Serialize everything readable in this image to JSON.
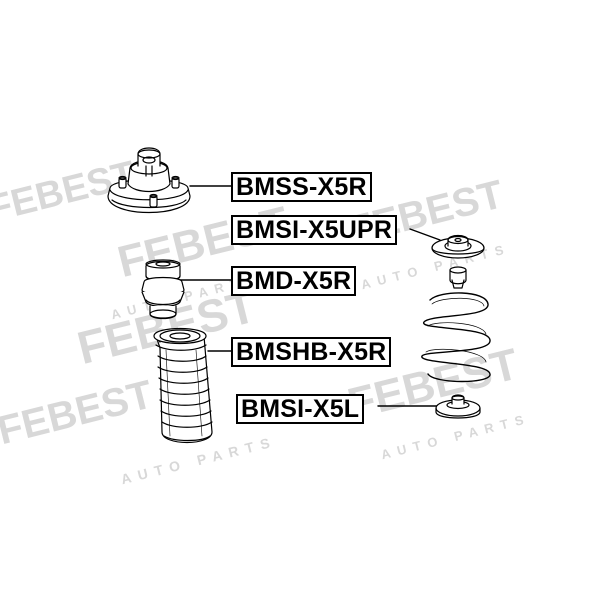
{
  "parts": [
    {
      "id": "BMSS-X5R",
      "label": "BMSS-X5R",
      "depicts": "strut-mount"
    },
    {
      "id": "BMSI-X5UPR",
      "label": "BMSI-X5UPR",
      "depicts": "upper-spring-seat"
    },
    {
      "id": "BMD-X5R",
      "label": "BMD-X5R",
      "depicts": "bump-stop"
    },
    {
      "id": "BMSHB-X5R",
      "label": "BMSHB-X5R",
      "depicts": "shock-boot"
    },
    {
      "id": "BMSI-X5L",
      "label": "BMSI-X5L",
      "depicts": "lower-spring-seat"
    }
  ],
  "watermark": {
    "brand": "FEBEST",
    "tagline": "AUTO PARTS",
    "color": "#d4d4d4"
  },
  "colors": {
    "line": "#000000",
    "background": "#ffffff"
  }
}
